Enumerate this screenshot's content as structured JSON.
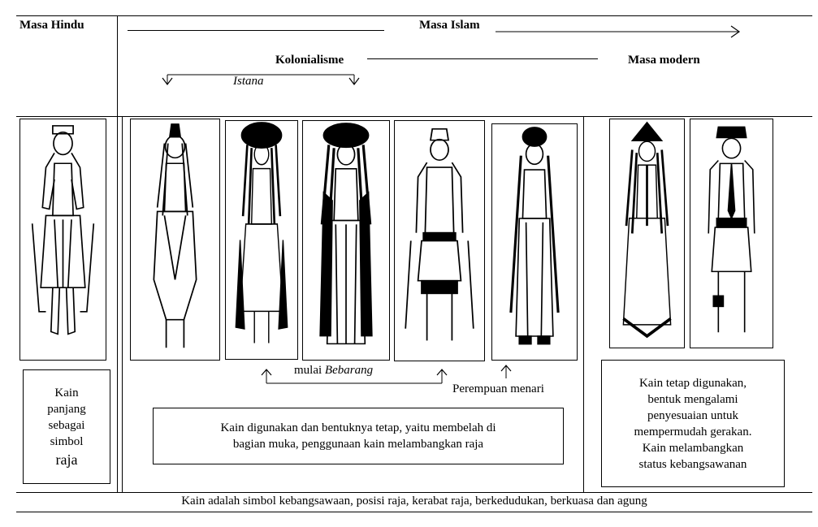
{
  "headers": {
    "hindu": "Masa Hindu",
    "islam": "Masa Islam",
    "kolonial": "Kolonialisme",
    "modern": "Masa modern",
    "istana": "Istana"
  },
  "labels": {
    "mulai_prefix": "mulai",
    "mulai_italic": "Bebarang",
    "perempuan": "Perempuan menari"
  },
  "boxes": {
    "hindu": [
      "Kain",
      "panjang",
      "sebagai",
      "simbol",
      "raja"
    ],
    "islam": [
      "Kain digunakan dan bentuknya tetap, yaitu membelah di",
      "bagian muka, penggunaan kain melambangkan raja"
    ],
    "modern": [
      "Kain tetap digunakan,",
      "bentuk mengalami",
      "penyesuaian untuk",
      "mempermudah gerakan.",
      "Kain melambangkan",
      "status kebangsawanan"
    ]
  },
  "footer": "Kain adalah simbol kebangsawaan, posisi raja, kerabat raja, berkedudukan, berkuasa dan agung"
}
